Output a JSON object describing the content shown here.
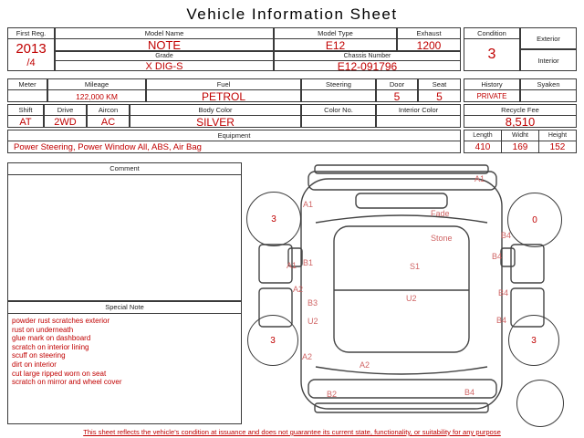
{
  "title": "Vehicle Information Sheet",
  "colors": {
    "accent_red": "#c00000",
    "annotation_red": "#d06565",
    "border": "#3a3a3a"
  },
  "form": {
    "first_reg": {
      "label": "First Reg.",
      "year": "2013",
      "month": "/4"
    },
    "model_name": {
      "label": "Model Name",
      "value": "NOTE"
    },
    "model_type": {
      "label": "Model Type",
      "value": "E12"
    },
    "exhaust": {
      "label": "Exhaust",
      "value": "1200"
    },
    "grade": {
      "label": "Grade",
      "value": "X DIG-S"
    },
    "chassis_number": {
      "label": "Chassis Number",
      "value": "E12-091796"
    },
    "condition": {
      "label": "Condition",
      "value": "3"
    },
    "exterior": {
      "label": "Exterior",
      "value": ""
    },
    "interior": {
      "label": "Interior",
      "value": ""
    },
    "meter": {
      "label": "Meter",
      "value": ""
    },
    "mileage": {
      "label": "Mileage",
      "value": "122,000 KM"
    },
    "fuel": {
      "label": "Fuel",
      "value": "PETROL"
    },
    "steering": {
      "label": "Steering",
      "value": ""
    },
    "door": {
      "label": "Door",
      "value": "5"
    },
    "seat": {
      "label": "Seat",
      "value": "5"
    },
    "history": {
      "label": "History",
      "value": "PRIVATE"
    },
    "syaken": {
      "label": "Syaken",
      "value": ""
    },
    "shift": {
      "label": "Shift",
      "value": "AT"
    },
    "drive": {
      "label": "Drive",
      "value": "2WD"
    },
    "aircon": {
      "label": "Aircon",
      "value": "AC"
    },
    "body_color": {
      "label": "Body Color",
      "value": "SILVER"
    },
    "color_no": {
      "label": "Color No.",
      "value": ""
    },
    "interior_color": {
      "label": "Interior Color",
      "value": ""
    },
    "recycle_fee": {
      "label": "Recycle Fee",
      "value": "8,510"
    },
    "equipment": {
      "label": "Equipment",
      "value": "Power Steering, Power Window  All, ABS, Air Bag"
    },
    "dimensions": {
      "length": {
        "label": "Length",
        "value": "410"
      },
      "width": {
        "label": "Widht",
        "value": "169"
      },
      "height": {
        "label": "Height",
        "value": "152"
      }
    }
  },
  "comment": {
    "label": "Comment",
    "value": ""
  },
  "special_note": {
    "label": "Special Note",
    "lines": [
      "powder rust scratches exterior",
      "rust on underneath",
      "glue mark on dashboard",
      "scratch on interior lining",
      "scuff on steering",
      "dirt on interior",
      "cut large ripped worn on seat",
      "scratch on mirror and wheel cover"
    ]
  },
  "diagram": {
    "wheel_marks": {
      "front_left": "3",
      "front_right": "0",
      "rear_left": "3",
      "rear_right": "3",
      "spare": ""
    },
    "annotations": [
      "A1",
      "A1",
      "Fade",
      "Stone",
      "B4",
      "A1",
      "B1",
      "B4",
      "A2",
      "S1",
      "B3",
      "U2",
      "B4",
      "U2",
      "B4",
      "A2",
      "A2",
      "B2",
      "B4"
    ]
  },
  "footer": "This sheet reflects the vehicle's condition at issuance and does not guarantee its current state, functionality, or suitability for any purpose"
}
